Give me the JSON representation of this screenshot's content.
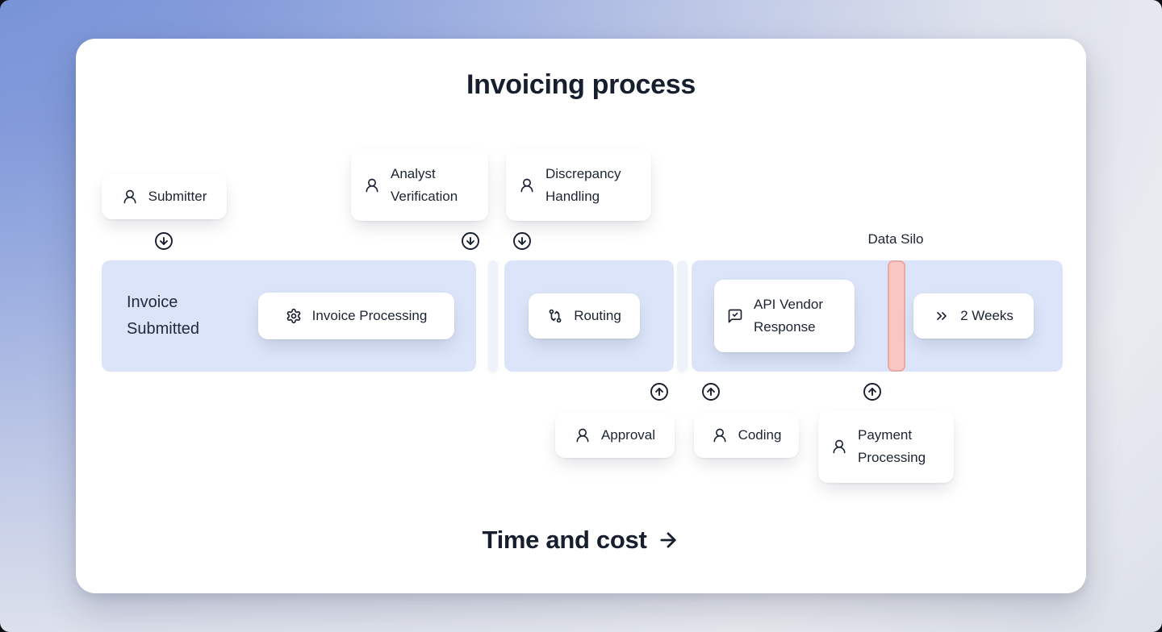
{
  "title": "Invoicing process",
  "top_cards": [
    {
      "label": "Submitter",
      "icon": "user-icon"
    },
    {
      "label": "Analyst Verification",
      "icon": "user-icon"
    },
    {
      "label": "Discrepancy Handling",
      "icon": "user-icon"
    }
  ],
  "timeline": {
    "start_label": "Invoice Submitted",
    "data_silo_label": "Data Silo",
    "chips": [
      {
        "label": "Invoice Processing",
        "icon": "gear-icon"
      },
      {
        "label": "Routing",
        "icon": "route-icon"
      },
      {
        "label": "API Vendor Response",
        "icon": "message-check-icon"
      },
      {
        "label": "2 Weeks",
        "icon": "chevrons-right-icon"
      }
    ]
  },
  "bottom_cards": [
    {
      "label": "Approval",
      "icon": "user-icon"
    },
    {
      "label": "Coding",
      "icon": "user-icon"
    },
    {
      "label": "Payment Processing",
      "icon": "user-icon"
    }
  ],
  "footer": {
    "label": "Time and cost"
  },
  "colors": {
    "background_top_left": "#7490d6",
    "background_bottom_right": "#e9ebf0",
    "card_background": "#ffffff",
    "timeline_segment": "#dbe4f9",
    "timeline_divider": "#eef2fb",
    "data_silo_fill": "#f9c7c3",
    "data_silo_border": "#eba9a4",
    "text_dark": "#1c2433"
  }
}
